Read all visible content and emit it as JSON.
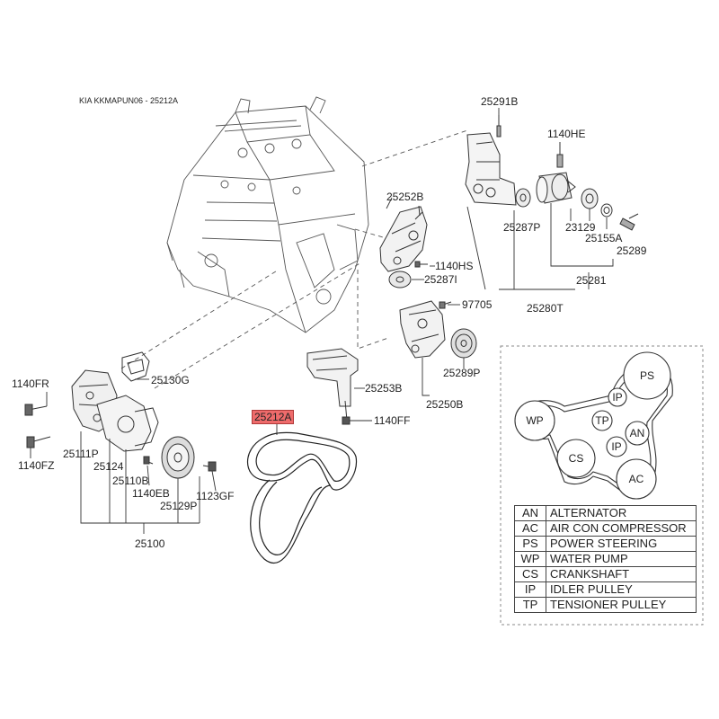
{
  "header": {
    "title": "KIA KKMAPUN06 - 25212A"
  },
  "highlight_color": "#ee6b6b",
  "parts": {
    "p25291B": "25291B",
    "p1140HE": "1140HE",
    "p25252B": "25252B",
    "p1140HS": "1140HS",
    "p25287I": "25287I",
    "p25287P": "25287P",
    "p23129": "23129",
    "p25155A": "25155A",
    "p25289": "25289",
    "p25281": "25281",
    "p25280T": "25280T",
    "p97705": "97705",
    "p25289P": "25289P",
    "p25250B": "25250B",
    "p25253B": "25253B",
    "p1140FF": "1140FF",
    "p25212A": "25212A",
    "p1140FR": "1140FR",
    "p25130G": "25130G",
    "p1140FZ": "1140FZ",
    "p25111P": "25111P",
    "p25124": "25124",
    "p25110B": "25110B",
    "p1140EB": "1140EB",
    "p1123GF": "1123GF",
    "p25129P": "25129P",
    "p25100": "25100"
  },
  "belt_routing": {
    "pulleys": {
      "ps": "PS",
      "ip1": "IP",
      "wp": "WP",
      "tp": "TP",
      "an": "AN",
      "ip2": "IP",
      "cs": "CS",
      "ac": "AC"
    }
  },
  "legend": [
    {
      "code": "AN",
      "name": "ALTERNATOR"
    },
    {
      "code": "AC",
      "name": "AIR CON COMPRESSOR"
    },
    {
      "code": "PS",
      "name": "POWER STEERING"
    },
    {
      "code": "WP",
      "name": "WATER PUMP"
    },
    {
      "code": "CS",
      "name": "CRANKSHAFT"
    },
    {
      "code": "IP",
      "name": "IDLER PULLEY"
    },
    {
      "code": "TP",
      "name": "TENSIONER PULLEY"
    }
  ]
}
